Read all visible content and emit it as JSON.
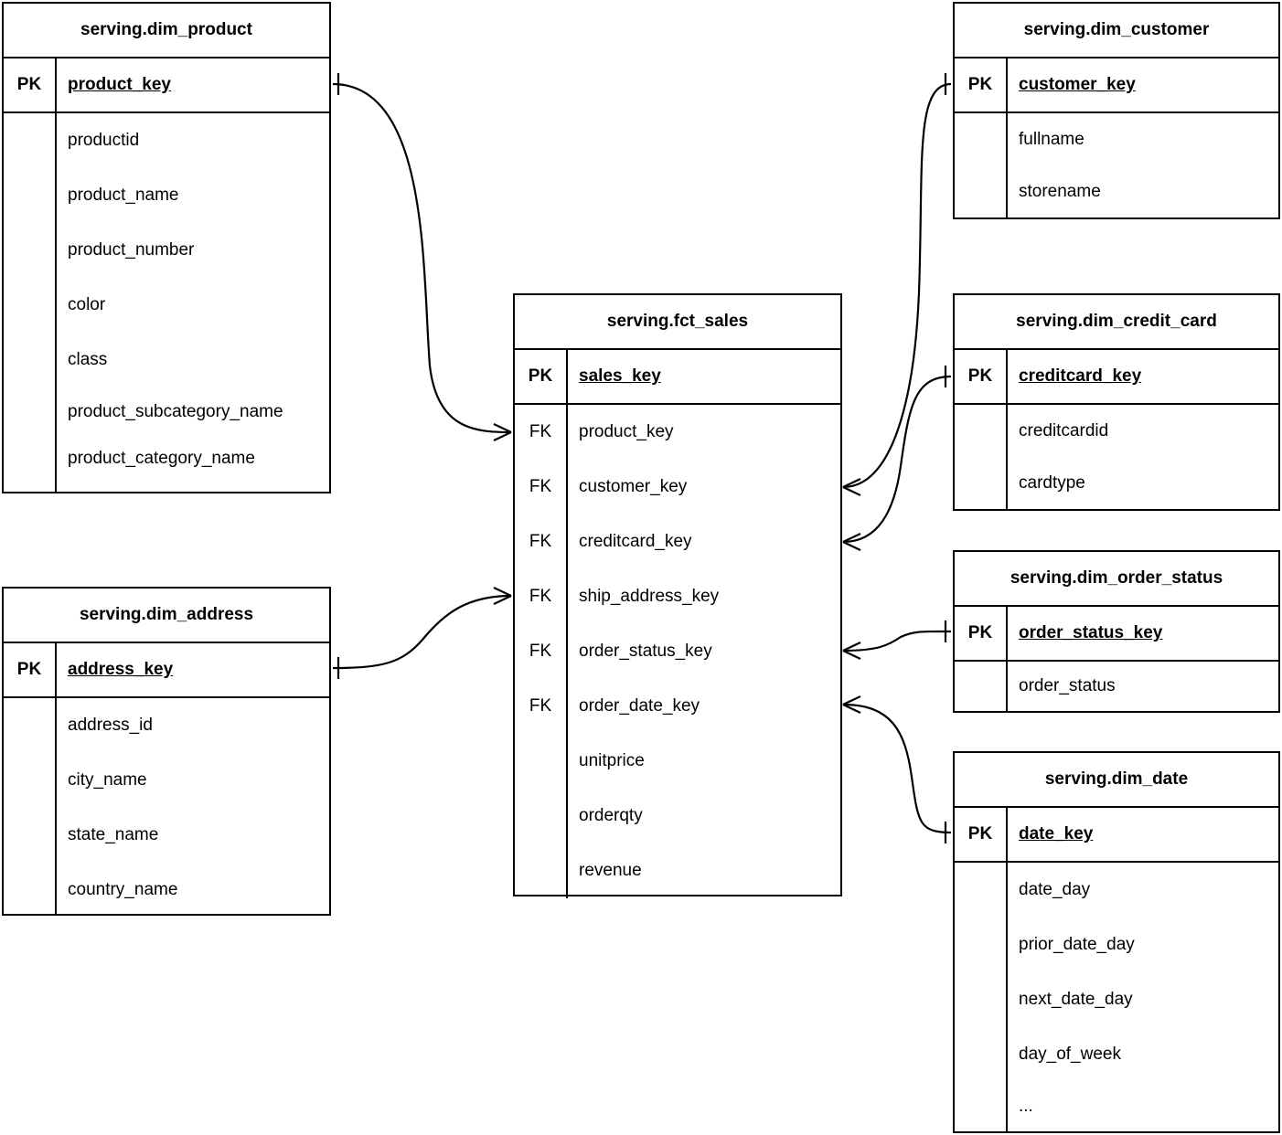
{
  "diagram": {
    "kind": "entity-relationship-diagram",
    "notation": "crows-foot"
  },
  "entities": [
    {
      "id": "dim_product",
      "title": "serving.dim_product",
      "pk_label": "PK",
      "pk_field": "product_key",
      "attributes": [
        "productid",
        "product_name",
        "product_number",
        "color",
        "class",
        "product_subcategory_name",
        "product_category_name"
      ]
    },
    {
      "id": "dim_address",
      "title": "serving.dim_address",
      "pk_label": "PK",
      "pk_field": "address_key",
      "attributes": [
        "address_id",
        "city_name",
        "state_name",
        "country_name"
      ]
    },
    {
      "id": "fct_sales",
      "title": "serving.fct_sales",
      "pk_label": "PK",
      "pk_field": "sales_key",
      "fk_label": "FK",
      "foreign_keys": [
        "product_key",
        "customer_key",
        "creditcard_key",
        "ship_address_key",
        "order_status_key",
        "order_date_key"
      ],
      "measures": [
        "unitprice",
        "orderqty",
        "revenue"
      ]
    },
    {
      "id": "dim_customer",
      "title": "serving.dim_customer",
      "pk_label": "PK",
      "pk_field": "customer_key",
      "attributes": [
        "fullname",
        "storename"
      ]
    },
    {
      "id": "dim_credit_card",
      "title": "serving.dim_credit_card",
      "pk_label": "PK",
      "pk_field": "creditcard_key",
      "attributes": [
        "creditcardid",
        "cardtype"
      ]
    },
    {
      "id": "dim_order_status",
      "title": "serving.dim_order_status",
      "pk_label": "PK",
      "pk_field": "order_status_key",
      "attributes": [
        "order_status"
      ]
    },
    {
      "id": "dim_date",
      "title": "serving.dim_date",
      "pk_label": "PK",
      "pk_field": "date_key",
      "attributes": [
        "date_day",
        "prior_date_day",
        "next_date_day",
        "day_of_week",
        "..."
      ]
    }
  ],
  "relationships": [
    {
      "id": "rel-product",
      "from": "dim_product.product_key",
      "to": "fct_sales.product_key",
      "from_cardinality": "one",
      "to_cardinality": "many"
    },
    {
      "id": "rel-address",
      "from": "dim_address.address_key",
      "to": "fct_sales.ship_address_key",
      "from_cardinality": "one",
      "to_cardinality": "many"
    },
    {
      "id": "rel-customer",
      "from": "dim_customer.customer_key",
      "to": "fct_sales.customer_key",
      "from_cardinality": "one",
      "to_cardinality": "many"
    },
    {
      "id": "rel-creditcard",
      "from": "dim_credit_card.creditcard_key",
      "to": "fct_sales.creditcard_key",
      "from_cardinality": "one",
      "to_cardinality": "many"
    },
    {
      "id": "rel-order-status",
      "from": "dim_order_status.order_status_key",
      "to": "fct_sales.order_status_key",
      "from_cardinality": "one",
      "to_cardinality": "many"
    },
    {
      "id": "rel-date",
      "from": "dim_date.date_key",
      "to": "fct_sales.order_date_key",
      "from_cardinality": "one",
      "to_cardinality": "many"
    }
  ],
  "colors": {
    "stroke": "#000000",
    "background": "#ffffff",
    "text": "#000000"
  }
}
